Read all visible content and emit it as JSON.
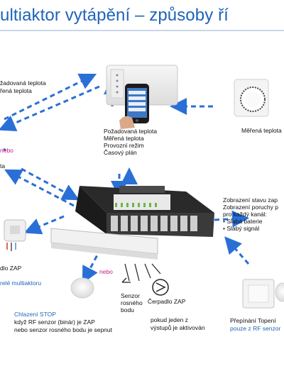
{
  "title": "ultiaktor vytápění – způsoby ří",
  "labels": {
    "top_left_1": "žadovaná teplota",
    "top_left_2": "řená teplota",
    "center_list": [
      "Požadovaná teplota",
      "Měřená teplota",
      "Provozní režim",
      "Časový plán"
    ],
    "thermostat": "Měřená teplota",
    "left_nebo": "nebo",
    "left_ta": "ta",
    "zap_left": "dlo ZAP",
    "rele": "relé multiaktoru",
    "right_status_1": "Zobrazení stavu zap",
    "right_status_2": "Zobrazení poruchy p",
    "right_status_3": "pro každý kanál:",
    "right_bullets": [
      "Slabá baterie",
      "Slabý signál"
    ],
    "sensor_1": "Senzor",
    "sensor_2": "rosného",
    "sensor_3": "bodu",
    "pump": "Čerpadlo ZAP",
    "bottom_nebo": "nebo",
    "cool_title": "Chlazení STOP",
    "cool_1": "když RF senzor (binár) je ZAP",
    "cool_2": "nebo senzor rosného bodu je sepnut",
    "pump_note_1": "pokud jeden z",
    "pump_note_2": "výstupů je aktivován",
    "switch_1": "Přepínání Topení",
    "switch_2": "pouze z RF senzor"
  },
  "colors": {
    "title": "#1f64b8",
    "arrow": "#2a6fd6",
    "accent_blue": "#1f64b8",
    "accent_pink": "#d0197a"
  }
}
